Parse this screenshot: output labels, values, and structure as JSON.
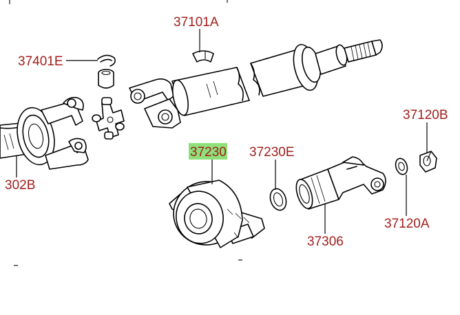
{
  "labels": {
    "p37101A": "37101A",
    "p37401E": "37401E",
    "p37120B": "37120B",
    "p37230": "37230",
    "p37230E": "37230E",
    "p302B": "302B",
    "p37120A": "37120A",
    "p37306": "37306"
  },
  "highlight": {
    "part": "37230",
    "color": "#8fe07a"
  },
  "colors": {
    "label": "#a31c1c",
    "line": "#000000",
    "background": "#ffffff"
  }
}
